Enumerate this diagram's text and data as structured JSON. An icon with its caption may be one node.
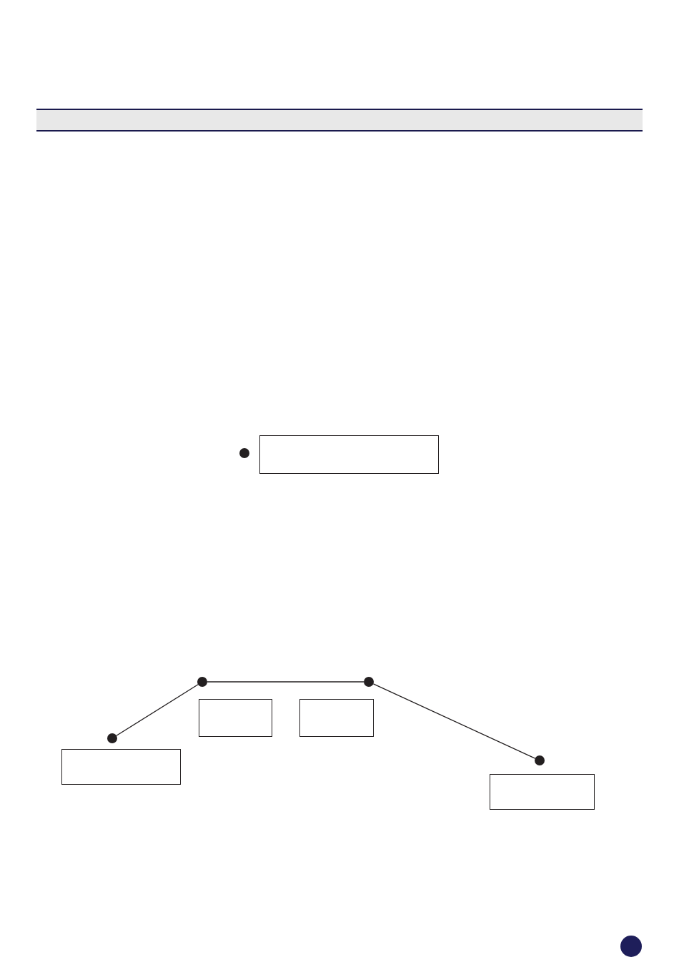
{
  "diagram": {
    "nodes": [
      {
        "text": [],
        "shape": "circle"
      },
      {
        "text": [],
        "shape": "box"
      },
      {
        "text": [],
        "shape": "circle"
      },
      {
        "text": [],
        "shape": "circle"
      },
      {
        "text": [],
        "shape": "box"
      },
      {
        "text": [],
        "shape": "box"
      },
      {
        "text": [],
        "shape": "circle"
      },
      {
        "text": [],
        "shape": "box"
      },
      {
        "text": [],
        "shape": "circle"
      },
      {
        "text": [],
        "shape": "box"
      }
    ],
    "edges": [
      {
        "from": 6,
        "to": 2,
        "arrow": "none"
      },
      {
        "from": 2,
        "to": 3,
        "arrow": "none"
      },
      {
        "from": 3,
        "to": 8,
        "arrow": "none"
      }
    ]
  }
}
